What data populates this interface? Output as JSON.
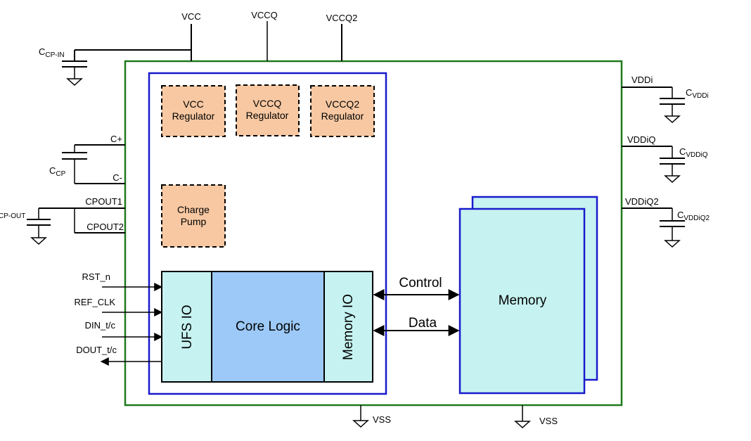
{
  "power_pins": {
    "vcc": "VCC",
    "vccq": "VCCQ",
    "vccq2": "VCCQ2",
    "vss": "VSS"
  },
  "left_caps": {
    "ccp_in_main": "C",
    "ccp_in_sub": "CP-IN",
    "ccp_main": "C",
    "ccp_sub": "CP",
    "ccp_out": "CP-OUT"
  },
  "left_pins": {
    "c_plus": "C+",
    "c_minus": "C-",
    "cpout1": "CPOUT1",
    "cpout2": "CPOUT2",
    "rst_n": "RST_n",
    "ref_clk": "REF_CLK",
    "din": "DIN_t/c",
    "dout": "DOUT_t/c"
  },
  "right_pins": {
    "vddi": "VDDi",
    "vddiq": "VDDiQ",
    "vddiq2": "VDDiQ2",
    "cvddi_main": "C",
    "cvddi_sub": "VDDi",
    "cvddiq_main": "C",
    "cvddiq_sub": "VDDiQ",
    "cvddiq2_main": "C",
    "cvddiq2_sub": "VDDiQ2"
  },
  "blocks": {
    "vcc_reg_1": "VCC",
    "vcc_reg_2": "Regulator",
    "vccq_reg_1": "VCCQ",
    "vccq_reg_2": "Regulator",
    "vccq2_reg_1": "VCCQ2",
    "vccq2_reg_2": "Regulator",
    "pump_1": "Charge",
    "pump_2": "Pump",
    "ufs_io": "UFS IO",
    "core_logic": "Core Logic",
    "memory_io": "Memory IO",
    "memory": "Memory"
  },
  "buses": {
    "control": "Control",
    "data": "Data"
  },
  "colors": {
    "outer_border": "#1e7a1e",
    "controller_border": "#1a1acc",
    "regulator_fill": "#f7c8a2",
    "io_fill": "#c6f3f1",
    "core_fill": "#9cc9f7",
    "memory_fill": "#c6f3f1"
  }
}
